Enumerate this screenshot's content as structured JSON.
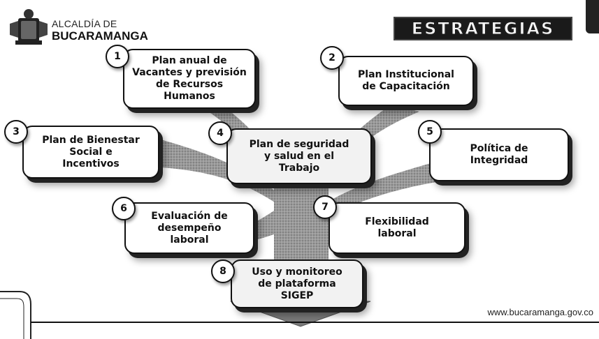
{
  "header": {
    "logo_line1": "ALCALDÍA DE",
    "logo_line2": "BUCARAMANGA",
    "title": "ESTRATEGIAS"
  },
  "footer": {
    "url": "www.bucaramanga.gov.co"
  },
  "strategies": [
    {
      "number": "1",
      "label": "Plan anual de\nVacantes y previsión\nde Recursos\nHumanos"
    },
    {
      "number": "2",
      "label": "Plan Institucional\nde Capacitación"
    },
    {
      "number": "3",
      "label": "Plan de Bienestar\nSocial e\nIncentivos"
    },
    {
      "number": "4",
      "label": "Plan de seguridad\ny salud en el\nTrabajo"
    },
    {
      "number": "5",
      "label": "Política de\nIntegridad"
    },
    {
      "number": "6",
      "label": "Evaluación de\ndesempeño\nlaboral"
    },
    {
      "number": "7",
      "label": "Flexibilidad\nlaboral"
    },
    {
      "number": "8",
      "label": "Uso y monitoreo\nde plataforma\nSIGEP"
    }
  ],
  "colors": {
    "tree": "#8f8f8f",
    "tree_dark": "#5a5a5a",
    "border": "#111111",
    "badge": "#1a1a1a"
  }
}
